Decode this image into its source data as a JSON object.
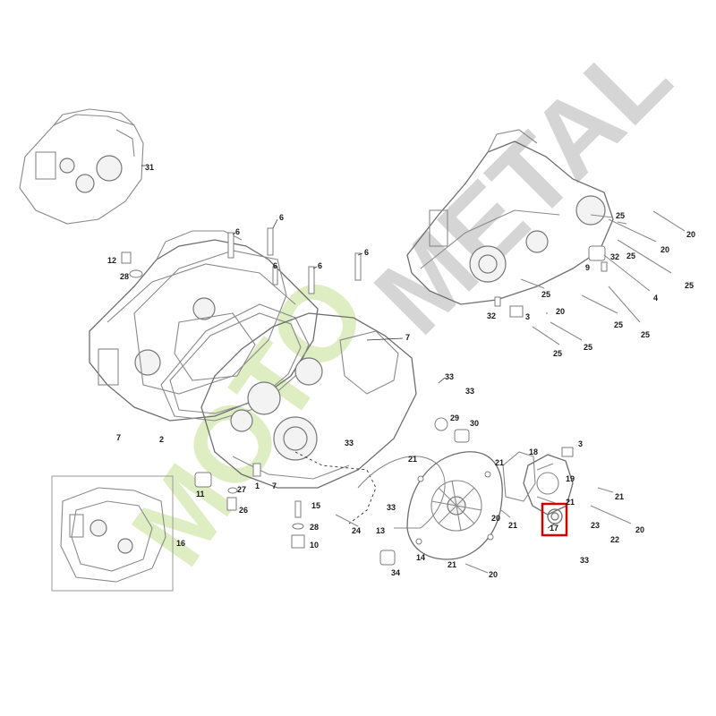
{
  "watermark": {
    "left_text": "MOTO",
    "right_text": "METAL",
    "left_color": "#d9ecb8",
    "right_color": "#c8c8c8"
  },
  "colors": {
    "line": "#8a8a8a",
    "callout": "#1a1a1a",
    "highlight": "#d40000"
  },
  "highlighted_part": "17",
  "callouts": {
    "c31": "31",
    "c12": "12",
    "c28a": "28",
    "c6a": "6",
    "c6b": "6",
    "c6c": "6",
    "c6d": "6",
    "c6e": "6",
    "c7a": "7",
    "c7b": "7",
    "c7c": "7",
    "c2": "2",
    "c11": "11",
    "c27": "27",
    "c26": "26",
    "c1": "1",
    "c15": "15",
    "c28b": "28",
    "c10": "10",
    "c16": "16",
    "c24": "24",
    "c13": "13",
    "c33a": "33",
    "c33b": "33",
    "c33c": "33",
    "c33d": "33",
    "c34": "34",
    "c14": "14",
    "c21a": "21",
    "c21b": "21",
    "c21c": "21",
    "c21d": "21",
    "c21e": "21",
    "c20a": "20",
    "c20b": "20",
    "c20c": "20",
    "c20d": "20",
    "c20e": "20",
    "c20f": "20",
    "c29": "29",
    "c30": "30",
    "c18": "18",
    "c3a": "3",
    "c3b": "3",
    "c19": "19",
    "c17": "17",
    "c23": "23",
    "c22": "22",
    "c33e": "33",
    "c25a": "25",
    "c25b": "25",
    "c25c": "25",
    "c25d": "25",
    "c25e": "25",
    "c25f": "25",
    "c25g": "25",
    "c9": "9",
    "c32a": "32",
    "c32b": "32",
    "c4": "4"
  }
}
